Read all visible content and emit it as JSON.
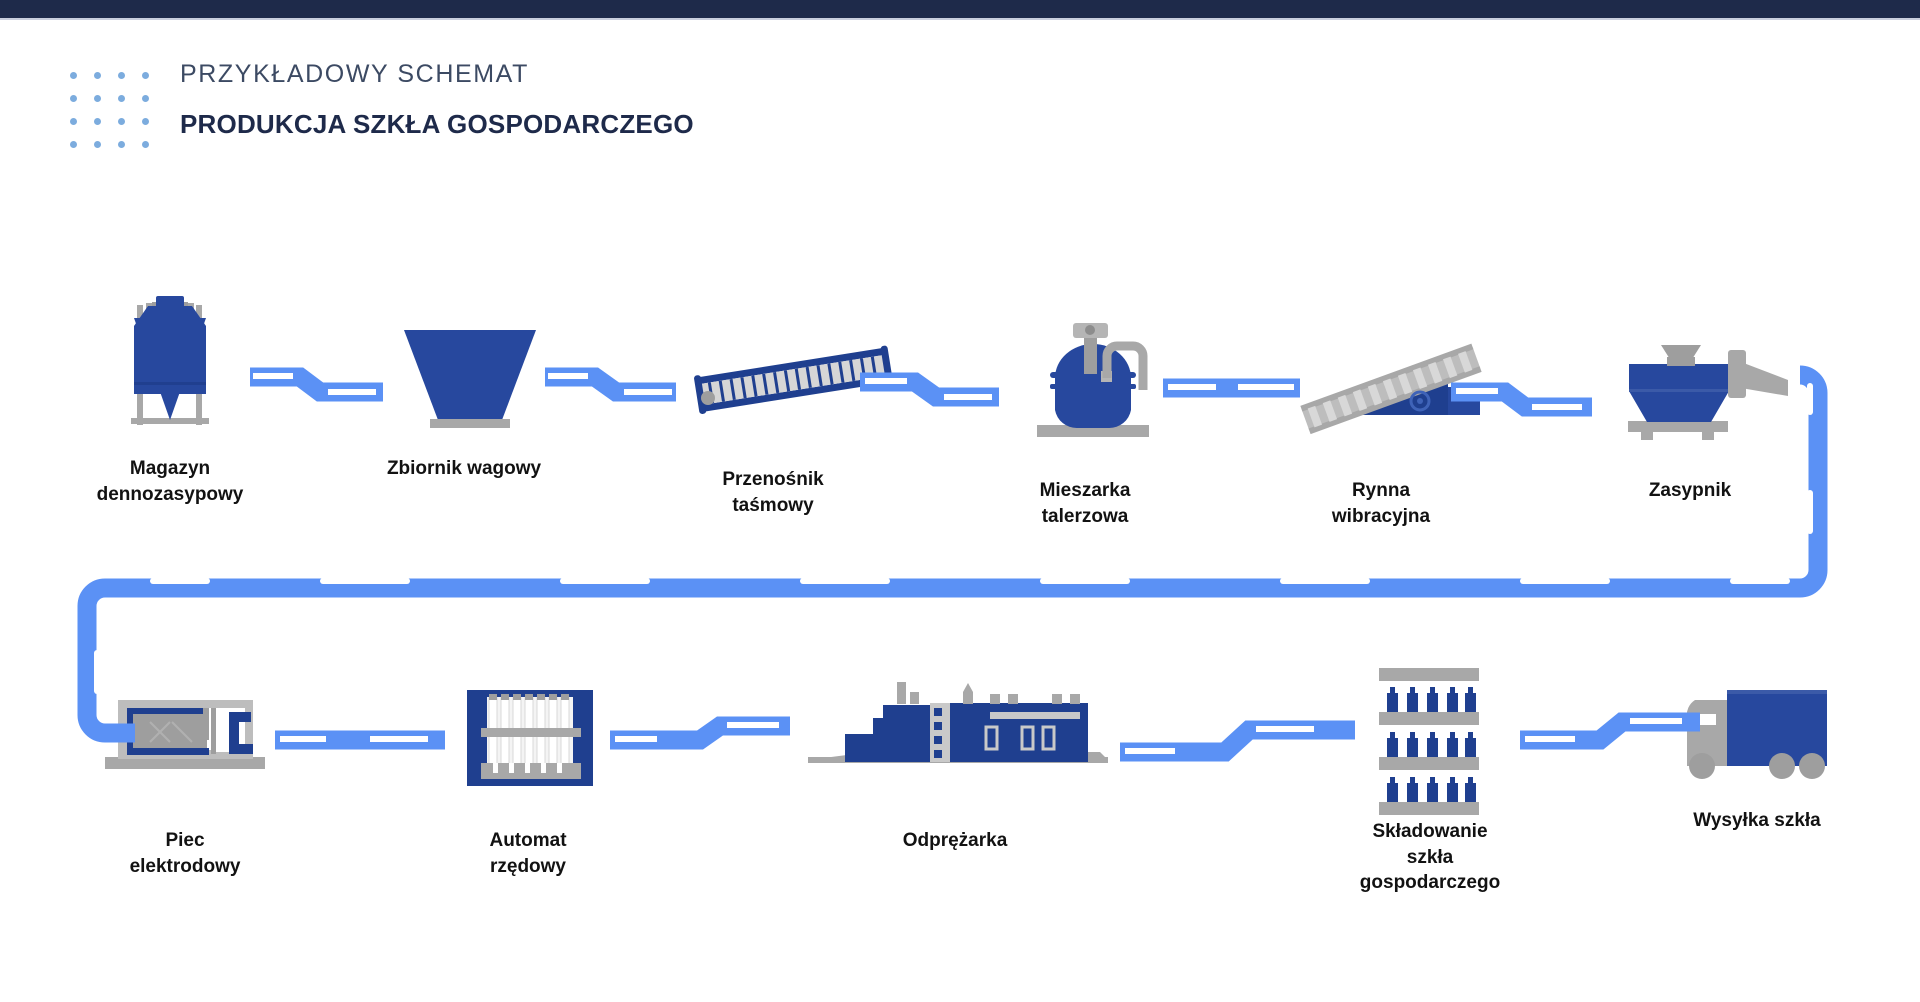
{
  "topbar": {
    "color": "#1e2a4a"
  },
  "header": {
    "kicker": "PRZYKŁADOWY SCHEMAT",
    "title": "PRODUKCJA SZKŁA GOSPODARCZEGO",
    "dot_color": "#7cacde",
    "dot_rows": 4,
    "dot_cols": 4
  },
  "palette": {
    "navy": "#1e2a4a",
    "dark_blue": "#27489e",
    "deep_blue": "#1f3f8f",
    "arrow_blue": "#5b91f5",
    "gray": "#9e9e9e",
    "light_gray": "#c9c9c9",
    "white": "#ffffff",
    "text": "#121212"
  },
  "diagram": {
    "type": "process-flow",
    "rows": 2,
    "row1": [
      {
        "id": "silo",
        "icon": "silo-icon",
        "label": "Magazyn\ndennozasypowy"
      },
      {
        "id": "weigher",
        "icon": "weighing-hopper-icon",
        "label": "Zbiornik wagowy"
      },
      {
        "id": "conveyor",
        "icon": "belt-conveyor-icon",
        "label": "Przenośnik\ntaśmowy"
      },
      {
        "id": "mixer",
        "icon": "pan-mixer-icon",
        "label": "Mieszarka\ntalerzowa"
      },
      {
        "id": "chute",
        "icon": "vibrating-chute-icon",
        "label": "Rynna\nwibracyjna"
      },
      {
        "id": "feeder",
        "icon": "batch-charger-icon",
        "label": "Zasypnik"
      }
    ],
    "row2": [
      {
        "id": "furnace",
        "icon": "electric-furnace-icon",
        "label": "Piec\nelektrodowy"
      },
      {
        "id": "is-machine",
        "icon": "is-machine-icon",
        "label": "Automat\nrzędowy"
      },
      {
        "id": "lehr",
        "icon": "annealing-lehr-icon",
        "label": "Odprężarka"
      },
      {
        "id": "storage",
        "icon": "bottle-rack-icon",
        "label": "Składowanie\nszkła\ngospodarczego"
      },
      {
        "id": "shipping",
        "icon": "delivery-truck-icon",
        "label": "Wysyłka szkła"
      }
    ],
    "connectors": [
      {
        "id": "c1",
        "name": "arrow-silo-to-weigher",
        "style": "step-down"
      },
      {
        "id": "c2",
        "name": "arrow-weigher-to-conveyor",
        "style": "step-down"
      },
      {
        "id": "c3",
        "name": "arrow-conveyor-to-mixer",
        "style": "step-down"
      },
      {
        "id": "c4",
        "name": "arrow-mixer-to-chute",
        "style": "straight"
      },
      {
        "id": "c5",
        "name": "arrow-chute-to-feeder",
        "style": "step-down"
      },
      {
        "id": "c6",
        "name": "arrow-feeder-to-furnace",
        "style": "u-turn"
      },
      {
        "id": "c7",
        "name": "arrow-furnace-to-is",
        "style": "straight"
      },
      {
        "id": "c8",
        "name": "arrow-is-to-lehr",
        "style": "step-up"
      },
      {
        "id": "c9",
        "name": "arrow-lehr-to-storage",
        "style": "step-up"
      },
      {
        "id": "c10",
        "name": "arrow-storage-to-truck",
        "style": "step-up"
      }
    ]
  },
  "labels": {
    "silo": "Magazyn\ndennozasypowy",
    "weigher": "Zbiornik wagowy",
    "conveyor": "Przenośnik\ntaśmowy",
    "mixer": "Mieszarka\ntalerzowa",
    "chute": "Rynna\nwibracyjna",
    "feeder": "Zasypnik",
    "furnace": "Piec\nelektrodowy",
    "is_machine": "Automat\nrzędowy",
    "lehr": "Odprężarka",
    "storage": "Składowanie\nszkła\ngospodarczego",
    "shipping": "Wysyłka szkła"
  }
}
